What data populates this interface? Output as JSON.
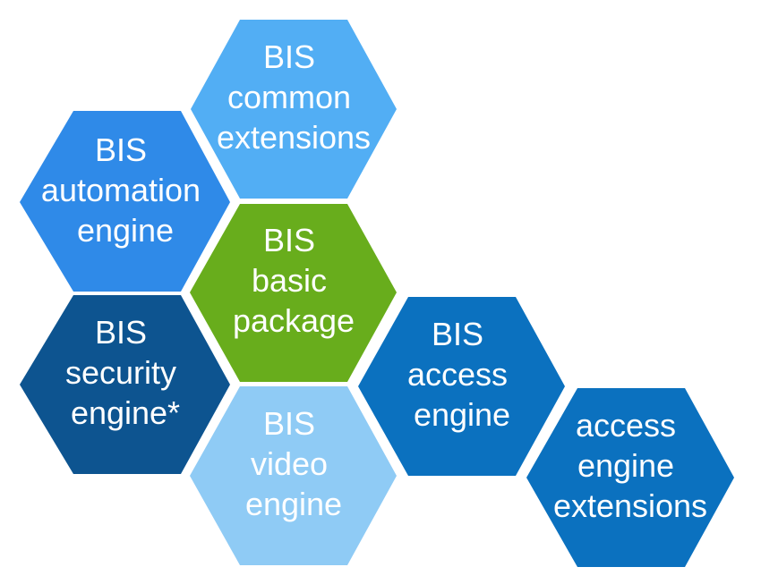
{
  "modules": [
    {
      "id": "common-extensions",
      "lines": [
        "BIS",
        "common",
        "extensions"
      ],
      "color": "#52aef4"
    },
    {
      "id": "automation-engine",
      "lines": [
        "BIS",
        "automation",
        "engine"
      ],
      "color": "#2f8ae8"
    },
    {
      "id": "basic-package",
      "lines": [
        "BIS",
        "basic",
        "package"
      ],
      "color": "#68ad1c"
    },
    {
      "id": "security-engine",
      "lines": [
        "BIS",
        "security",
        "engine*"
      ],
      "color": "#0d5490"
    },
    {
      "id": "video-engine",
      "lines": [
        "BIS",
        "video",
        "engine"
      ],
      "color": "#8fcbf5"
    },
    {
      "id": "access-engine",
      "lines": [
        "BIS",
        "access",
        "engine"
      ],
      "color": "#0b71bf"
    },
    {
      "id": "access-engine-extensions",
      "lines": [
        "access",
        "engine",
        "extensions"
      ],
      "color": "#0b71bf"
    }
  ]
}
